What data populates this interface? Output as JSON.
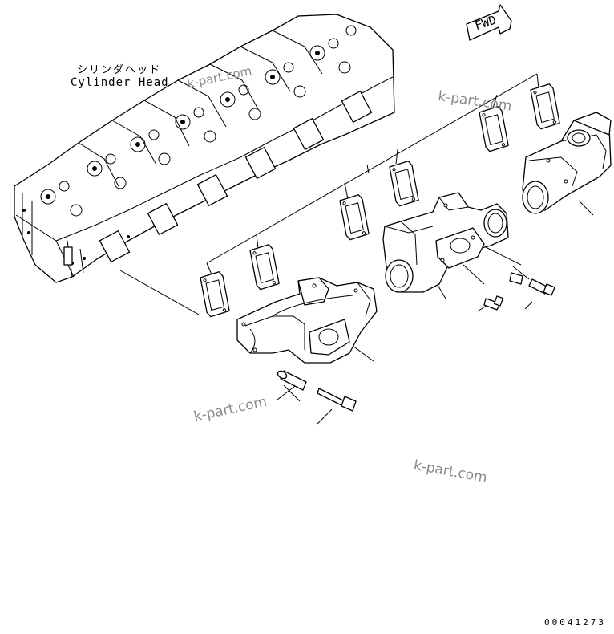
{
  "title_jp": "シリンダヘッド",
  "title_en": "Cylinder Head",
  "direction_label": "FWD",
  "watermark": "k-part.com",
  "document_number": "00041273",
  "icons": [
    "fwd-arrow-icon"
  ]
}
